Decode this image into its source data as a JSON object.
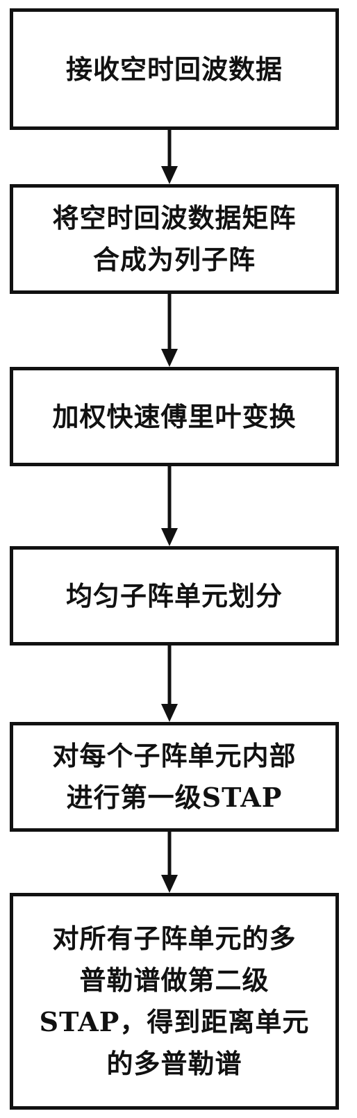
{
  "steps": [
    {
      "label": "接收空时回波数据"
    },
    {
      "label": "将空时回波数据矩阵\n合成为列子阵"
    },
    {
      "label": "加权快速傅里叶变换"
    },
    {
      "label": "均匀子阵单元划分"
    },
    {
      "label": "对每个子阵单元内部\n进行第一级STAP"
    },
    {
      "label": "对所有子阵单元的多\n普勒谱做第二级\nSTAP，得到距离单元\n的多普勒谱"
    }
  ],
  "colors": {
    "stroke": "#111111",
    "background": "#ffffff"
  }
}
